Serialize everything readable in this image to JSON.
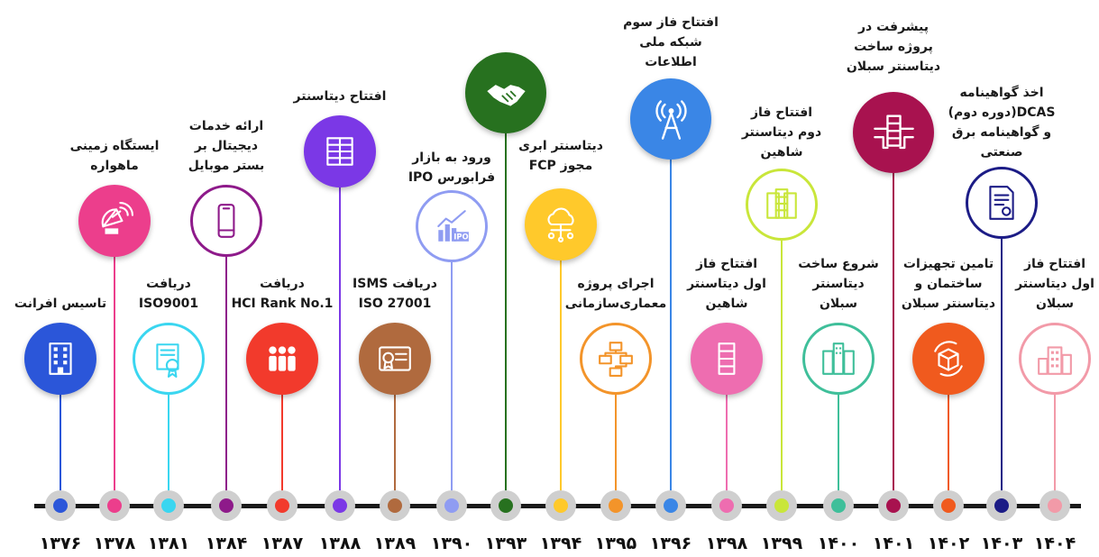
{
  "milestones": [
    {
      "year": "۱۳۷۶",
      "label": "تاسیس افرانت",
      "color": "#2b56d9",
      "icon": "building-icon",
      "style": "filled",
      "size": "small",
      "level": "low"
    },
    {
      "year": "۱۳۷۸",
      "label": "ایستگاه زمینی\nماهواره",
      "color": "#ec3e8c",
      "icon": "satellite-dish-icon",
      "style": "filled",
      "size": "small",
      "level": "high"
    },
    {
      "year": "۱۳۸۱",
      "label": "دریافت\nISO9001",
      "color": "#3ad6f0",
      "icon": "certificate-icon",
      "style": "outline",
      "size": "small",
      "level": "low"
    },
    {
      "year": "۱۳۸۴",
      "label": "ارائه خدمات\nدیجیتال بر\nبستر موبایل",
      "color": "#8e1a8a",
      "icon": "mobile-phone-icon",
      "style": "outline",
      "size": "small",
      "level": "high"
    },
    {
      "year": "۱۳۸۷",
      "label": "دریافت\nHCI Rank No.1",
      "color": "#f23a2c",
      "icon": "team-icon",
      "style": "filled",
      "size": "small",
      "level": "low"
    },
    {
      "year": "۱۳۸۸",
      "label": "افتتاح دیتاسنتر",
      "color": "#7b38e6",
      "icon": "server-rack-icon",
      "style": "filled",
      "size": "small",
      "level": "high"
    },
    {
      "year": "۱۳۸۹",
      "label": "دریافت ISMS\nISO 27001",
      "color": "#b06a3e",
      "icon": "id-certificate-icon",
      "style": "filled",
      "size": "small",
      "level": "low"
    },
    {
      "year": "۱۳۹۰",
      "label": "ورود به بازار\nفرابورس IPO",
      "color": "#8f9cf2",
      "icon": "ipo-chart-icon",
      "style": "outline",
      "size": "small",
      "level": "high"
    },
    {
      "year": "۱۳۹۳",
      "label": "",
      "color": "#27711f",
      "icon": "handshake-icon",
      "style": "filled",
      "size": "small",
      "level": "top"
    },
    {
      "year": "۱۳۹۴",
      "label": "دیتاسنتر ابری\nمجوز FCP",
      "color": "#ffc92b",
      "icon": "cloud-network-icon",
      "style": "filled",
      "size": "small",
      "level": "high"
    },
    {
      "year": "۱۳۹۵",
      "label": "اجرای پروژه\nمعماری‌سازمانی",
      "color": "#f3942a",
      "icon": "hierarchy-icon",
      "style": "outline",
      "size": "small",
      "level": "low"
    },
    {
      "year": "۱۳۹۶",
      "label": "افتتاح فاز سوم\nشبکه ملی\nاطلاعات",
      "color": "#3a86e6",
      "icon": "antenna-tower-icon",
      "style": "filled",
      "size": "small",
      "level": "top"
    },
    {
      "year": "۱۳۹۸",
      "label": "افتتاح فاز\nاول دیتاسنتر\nشاهین",
      "color": "#ee6db0",
      "icon": "server-icon",
      "style": "filled",
      "size": "small",
      "level": "low"
    },
    {
      "year": "۱۳۹۹",
      "label": "افتتاح فاز\nدوم دیتاسنتر\nشاهین",
      "color": "#c9e63a",
      "icon": "data-storage-icon",
      "style": "outline",
      "size": "small",
      "level": "high"
    },
    {
      "year": "۱۴۰۰",
      "label": "شروع ساخت\nدیتاسنتر\nسبلان",
      "color": "#3fbf9a",
      "icon": "datacenter-racks-icon",
      "style": "outline",
      "size": "small",
      "level": "low"
    },
    {
      "year": "۱۴۰۱",
      "label": "پیشرفت در\nپروژه  ساخت\nدیتاسنتر سبلان",
      "color": "#a8124f",
      "icon": "datacenter-progress-icon",
      "style": "filled",
      "size": "small",
      "level": "top"
    },
    {
      "year": "۱۴۰۲",
      "label": "تامین تجهیزات\nساختمان و\nدیتاسنتر سبلان",
      "color": "#f05a1e",
      "icon": "supply-box-icon",
      "style": "filled",
      "size": "small",
      "level": "low"
    },
    {
      "year": "۱۴۰۳",
      "label": "اخذ گواهینامه\nDCAS(دوره دوم)\nو گواهینامه برق\nصنعتی",
      "color": "#1c1c86",
      "icon": "document-certificate-icon",
      "style": "outline",
      "size": "small",
      "level": "high"
    },
    {
      "year": "۱۴۰۴",
      "label": "افتتاح فاز\nاول دیتاسنتر\nسبلان",
      "color": "#f29aa8",
      "icon": "city-buildings-icon",
      "style": "outline",
      "size": "small",
      "level": "low"
    }
  ]
}
